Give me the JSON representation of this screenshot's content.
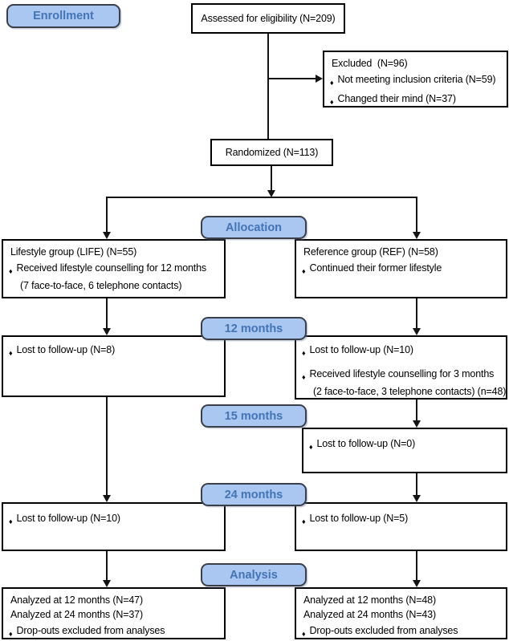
{
  "diagram": {
    "glyphs": {
      "bullet": "♦"
    },
    "colors": {
      "stage_fill": "#a9c7f1",
      "stage_text": "#4374b5",
      "box_border": "#000000",
      "connector": "#141414"
    },
    "stage_labels": {
      "enrollment": "Enrollment",
      "allocation": "Allocation",
      "twelve_months": "12 months",
      "fifteen_months": "15 months",
      "twenty_four_months": "24 months",
      "analysis": "Analysis"
    },
    "boxes": {
      "assessed": {
        "title": "Assessed for eligibility (N=209)"
      },
      "excluded": {
        "title": "Excluded  (N=96)",
        "bullets": [
          "Not meeting inclusion criteria (N=59)",
          "Changed their mind (N=37)"
        ]
      },
      "randomized": {
        "title": "Randomized (N=113)"
      },
      "life_allocation": {
        "title": "Lifestyle group (LIFE) (N=55)",
        "bullet": "Received lifestyle counselling for 12 months",
        "bullet_note": "(7 face-to-face, 6 telephone contacts)"
      },
      "ref_allocation": {
        "title": "Reference group (REF) (N=58)",
        "bullet": "Continued their former lifestyle"
      },
      "life_12m": {
        "bullet": "Lost to follow-up (N=8)"
      },
      "ref_12m": {
        "bullet1": "Lost to follow-up (N=10)",
        "bullet2": "Received lifestyle counselling for 3 months",
        "bullet2_note": "(2 face-to-face, 3 telephone contacts) (n=48)"
      },
      "ref_15m": {
        "bullet": "Lost to follow-up (N=0)"
      },
      "life_24m": {
        "bullet": "Lost to follow-up (N=10)"
      },
      "ref_24m": {
        "bullet": "Lost to follow-up (N=5)"
      },
      "life_analysis": {
        "line1": "Analyzed at 12 months (N=47)",
        "line2": "Analyzed at 24 months (N=37)",
        "bullet": "Drop-outs excluded from analyses"
      },
      "ref_analysis": {
        "line1": "Analyzed at 12 months (N=48)",
        "line2": "Analyzed at 24 months (N=43)",
        "bullet": "Drop-outs excluded from analyses"
      }
    }
  }
}
